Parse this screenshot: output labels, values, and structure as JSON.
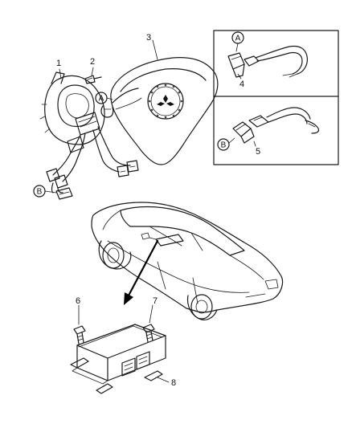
{
  "callouts": {
    "c1": "1",
    "c2": "2",
    "c3": "3",
    "c4": "4",
    "c5": "5",
    "c6": "6",
    "c7": "7",
    "c8": "8"
  },
  "connectors": {
    "a_left": "A",
    "b_left": "B",
    "a_inset": "A",
    "b_inset": "B"
  },
  "icons": {
    "emblem": "three-diamond-emblem-icon"
  }
}
